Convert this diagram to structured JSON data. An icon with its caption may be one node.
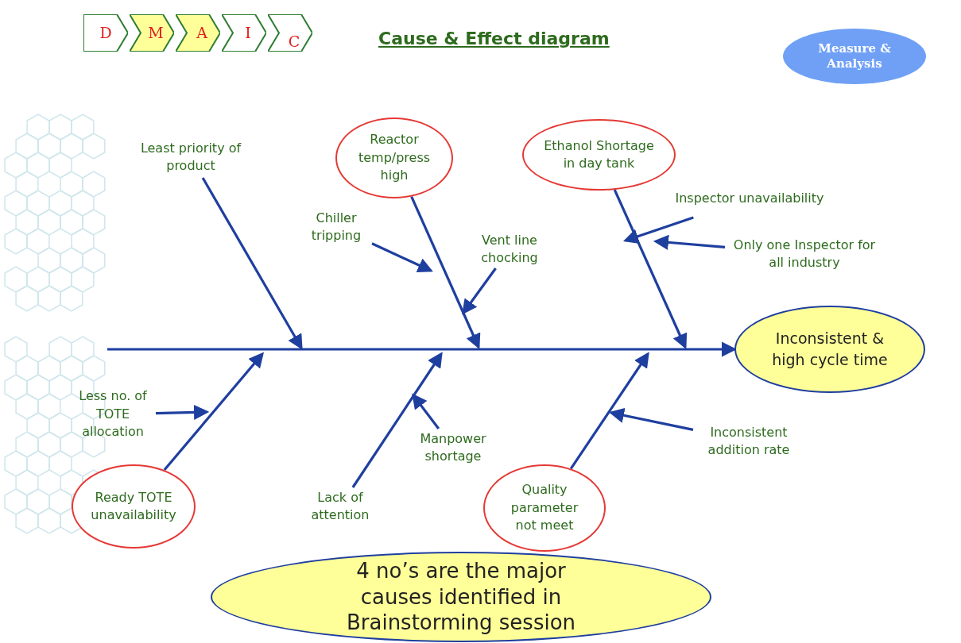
{
  "diagram": {
    "title": "Cause & Effect diagram",
    "nodes": [
      {
        "text": [
          "D"
        ]
      },
      {
        "text": [
          "M"
        ]
      },
      {
        "text": [
          "A"
        ]
      },
      {
        "text": [
          "I"
        ]
      },
      {
        "text": [
          "C"
        ]
      },
      {
        "text": [
          "Measure & Analysis"
        ]
      },
      {
        "text": [
          "Least priority of product"
        ]
      },
      {
        "text": [
          "Reactor temp/press high"
        ]
      },
      {
        "text": [
          "Ethanol Shortage in day tank"
        ]
      },
      {
        "text": [
          "Chiller tripping"
        ]
      },
      {
        "text": [
          "Vent line chocking"
        ]
      },
      {
        "text": [
          "Inspector unavailability"
        ]
      },
      {
        "text": [
          "Only one Inspector for all industry"
        ]
      },
      {
        "text": [
          "Inconsistent & high cycle time"
        ]
      },
      {
        "text": [
          "Less no. of TOTE allocation"
        ]
      },
      {
        "text": [
          "Manpower shortage"
        ]
      },
      {
        "text": [
          "Inconsistent addition rate"
        ]
      },
      {
        "text": [
          "Ready TOTE unavailability"
        ]
      },
      {
        "text": [
          "Lack of attention"
        ]
      },
      {
        "text": [
          "Quality parameter not meet"
        ]
      },
      {
        "text": [
          "4 no’s are the major causes identified in Brainstorming session"
        ]
      }
    ],
    "edges": [
      {
        "from": null,
        "to": 13,
        "arrow": "to"
      },
      {
        "from": 6,
        "to": null,
        "arrow": "to"
      },
      {
        "from": 7,
        "to": null,
        "arrow": "to"
      },
      {
        "from": 8,
        "to": null,
        "arrow": "to"
      },
      {
        "from": 9,
        "to": null,
        "arrow": "to"
      },
      {
        "from": 10,
        "to": null,
        "arrow": "to"
      },
      {
        "from": 11,
        "to": null,
        "arrow": "to"
      },
      {
        "from": 12,
        "to": null,
        "arrow": "to"
      },
      {
        "from": 14,
        "to": null,
        "arrow": "to"
      },
      {
        "from": 15,
        "to": null,
        "arrow": "to"
      },
      {
        "from": 16,
        "to": null,
        "arrow": "to"
      },
      {
        "from": 17,
        "to": null,
        "arrow": "to"
      },
      {
        "from": 18,
        "to": null,
        "arrow": "to"
      },
      {
        "from": 19,
        "to": null,
        "arrow": "to"
      }
    ]
  }
}
